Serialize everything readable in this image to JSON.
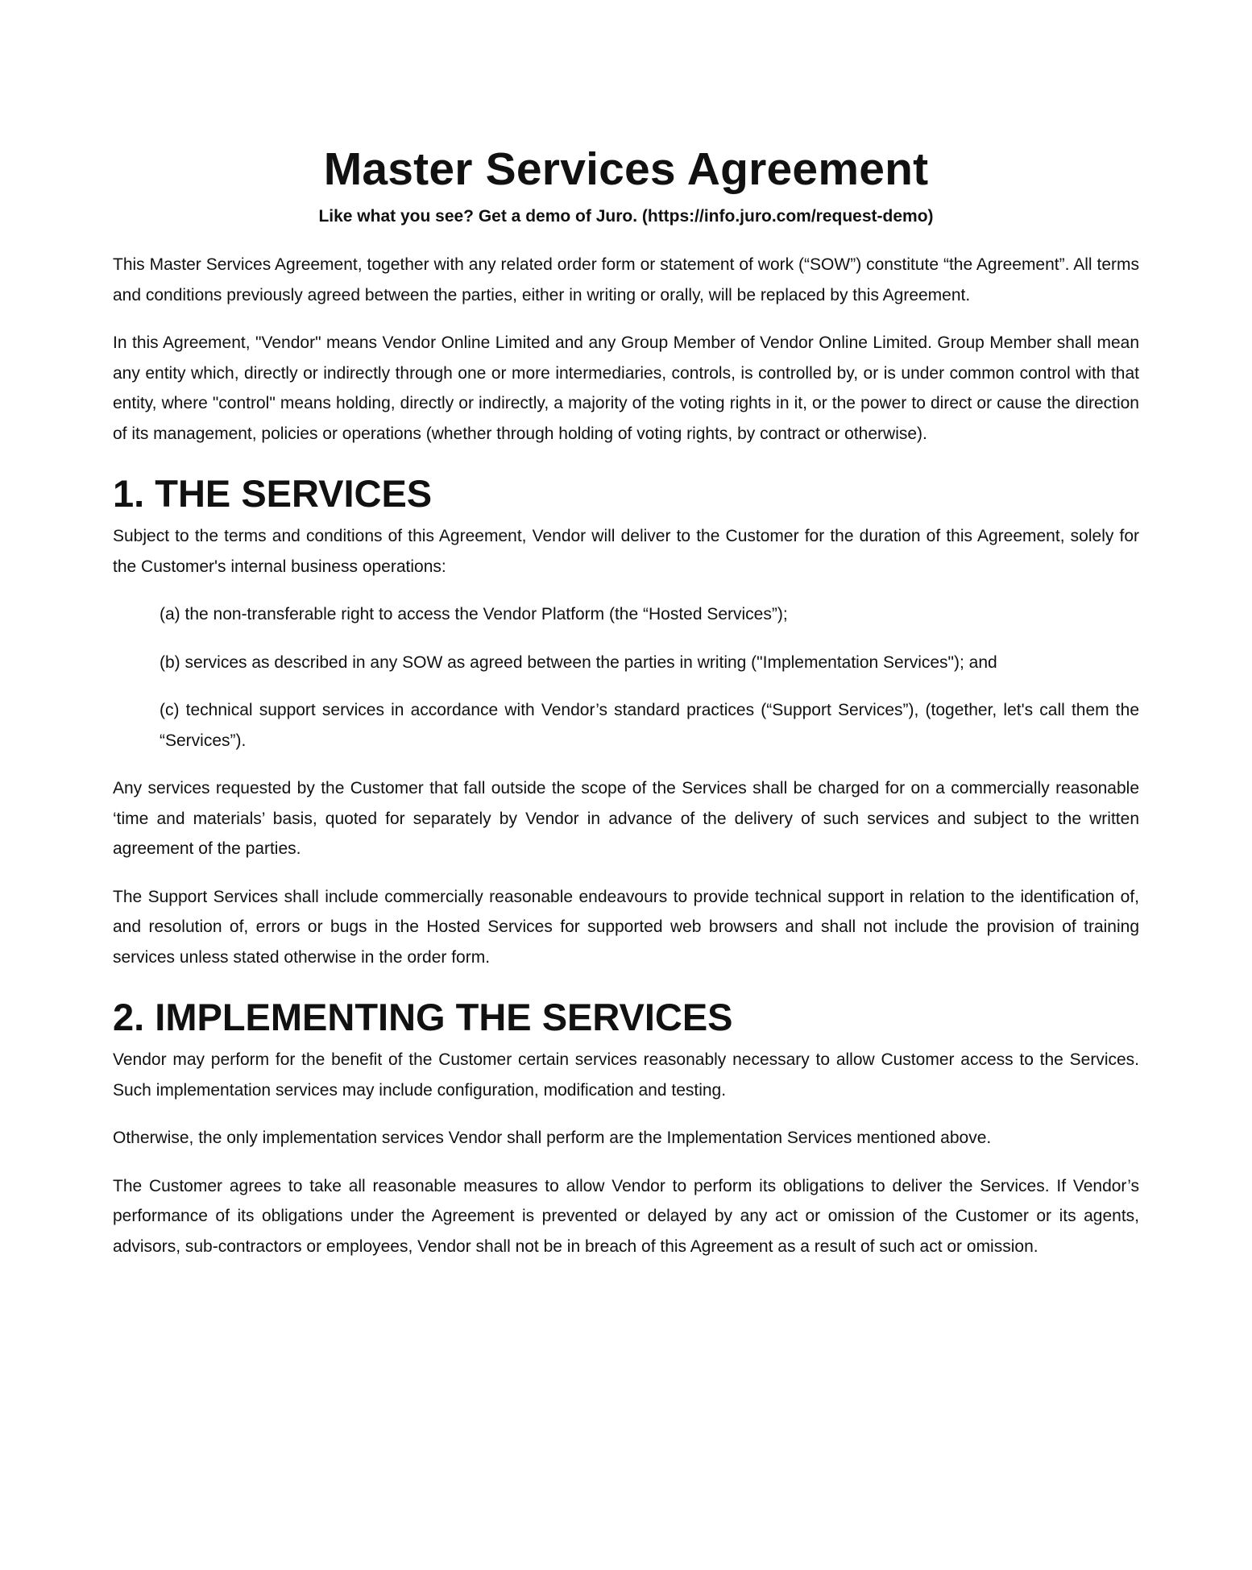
{
  "document": {
    "title": "Master Services Agreement",
    "subtitle": "Like what you see? Get a demo of Juro. (https://info.juro.com/request-demo)",
    "intro": [
      "This Master Services Agreement, together with any related order form or statement of work (“SOW”) constitute “the Agreement”. All terms and conditions previously agreed between the parties, either in writing or orally, will be replaced by this Agreement.",
      "In this Agreement, \"Vendor\" means Vendor Online Limited and any Group Member of Vendor Online Limited. Group Member shall mean any entity which, directly or indirectly through one or more intermediaries, controls, is controlled by, or is under common control with that entity, where \"control\" means holding, directly or indirectly, a majority of the voting rights in it, or the power to direct or cause the direction of its management, policies or operations (whether through holding of voting rights, by contract or otherwise)."
    ],
    "section1": {
      "heading": "1. THE SERVICES",
      "lead": "Subject to the terms and conditions of this Agreement, Vendor will deliver to the Customer for the duration of this Agreement, solely for the Customer's internal business operations:",
      "items": [
        "(a) the non-transferable right to access the Vendor Platform (the “Hosted Services”);",
        "(b) services as described in any SOW as agreed between the parties in writing (\"Implementation Services\"); and",
        "(c) technical support services in accordance with Vendor’s standard practices (“Support Services”), (together, let's call them the “Services”)."
      ],
      "paragraphs": [
        "Any services requested by the Customer that fall outside the scope of the Services shall be charged for on a commercially reasonable ‘time and materials’ basis, quoted for separately by Vendor in advance of the delivery of such services and subject to the written agreement of the parties.",
        "The Support Services shall include commercially reasonable endeavours to provide technical support in relation to the identification of, and resolution of, errors or bugs in the Hosted Services for supported web browsers and shall not include the provision of training services unless stated otherwise in the order form."
      ]
    },
    "section2": {
      "heading": "2. IMPLEMENTING THE SERVICES",
      "paragraphs": [
        "Vendor may perform for the benefit of the Customer certain services reasonably necessary to allow Customer access to the Services. Such implementation services may include configuration, modification and testing.",
        "Otherwise, the only implementation services Vendor shall perform are the Implementation Services mentioned above.",
        "The Customer agrees to take all reasonable measures to allow Vendor to perform its obligations to deliver the Services. If Vendor’s performance of its obligations under the Agreement is prevented or delayed by any act or omission of the Customer or its agents, advisors, sub-contractors or employees, Vendor shall not be in breach of this Agreement as a result of such act or omission."
      ]
    }
  }
}
